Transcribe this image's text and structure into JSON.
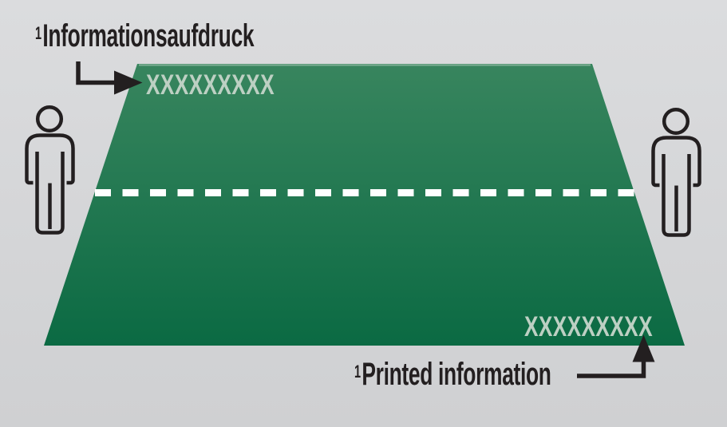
{
  "annotations": {
    "top": {
      "sup": "1",
      "label": "Informationsaufdruck"
    },
    "bottom": {
      "sup": "1",
      "label": "Printed information"
    }
  },
  "surface": {
    "print_top": "XXXXXXXXX",
    "print_bottom": "XXXXXXXXX"
  },
  "colors": {
    "background_top": "#dbdcde",
    "background_bottom": "#cfd0d2",
    "surface_top": "#38855e",
    "surface_bottom": "#0b6a43",
    "surface_edge_highlight": "#b8d4c3",
    "print_text": "#bdd0c3",
    "center_line": "#ffffff",
    "ink": "#231f20"
  }
}
